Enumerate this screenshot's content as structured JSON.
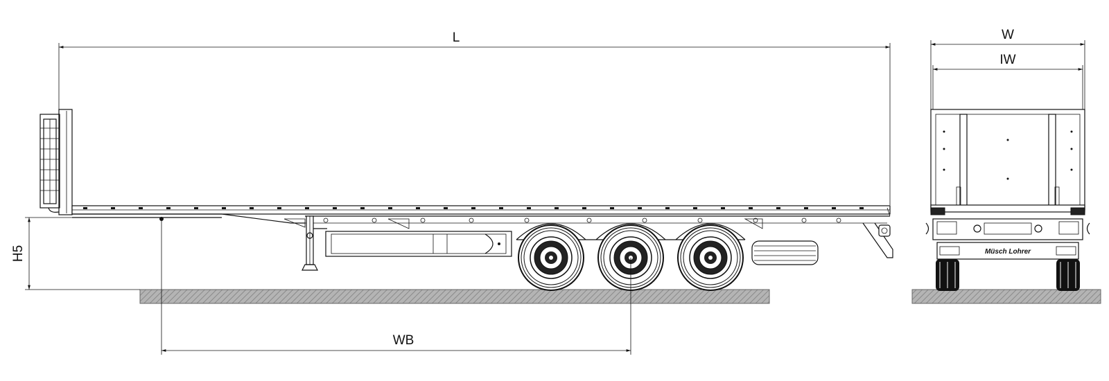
{
  "dimensions": {
    "length_label": "L",
    "width_label": "W",
    "inner_width_label": "IW",
    "height_label": "H5",
    "wheelbase_label": "WB"
  },
  "branding": {
    "logo_text": "Müsch Lohrer"
  },
  "colors": {
    "line": "#111111",
    "ground_fill": "#a8a8a8",
    "background": "#ffffff"
  }
}
